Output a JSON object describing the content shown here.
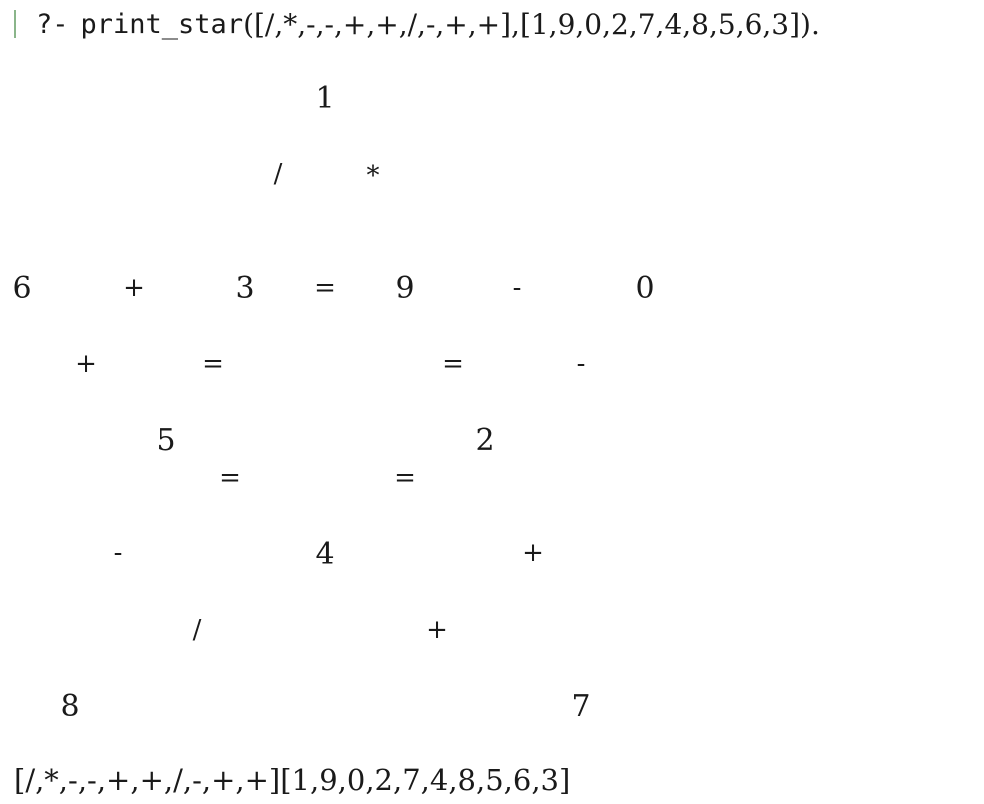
{
  "console": {
    "prompt": "?-",
    "query_name": "print_star",
    "query_args": "([/,*,-,-,+,+,/,-,+,+],[1,9,0,2,7,4,8,5,6,3])."
  },
  "star": {
    "top": "1",
    "row2_left_op": "/",
    "row2_right_op": "*",
    "row3_n1": "6",
    "row3_op1": "+",
    "row3_n2": "3",
    "row3_eq": "=",
    "row3_n3": "9",
    "row3_op2": "-",
    "row3_n4": "0",
    "row4_op1": "+",
    "row4_eq1": "=",
    "row4_eq2": "=",
    "row4_op2": "-",
    "mid_left_num": "5",
    "mid_right_num": "2",
    "mid_left_eq": "=",
    "mid_right_eq": "=",
    "lower_left_op": "-",
    "lower_center_num": "4",
    "lower_right_op": "+",
    "lower2_left_op": "/",
    "lower2_right_op": "+",
    "bottom_left_num": "8",
    "bottom_right_num": "7"
  },
  "result": {
    "text": "[/,*,-,-,+,+,/,-,+,+][1,9,0,2,7,4,8,5,6,3]"
  }
}
